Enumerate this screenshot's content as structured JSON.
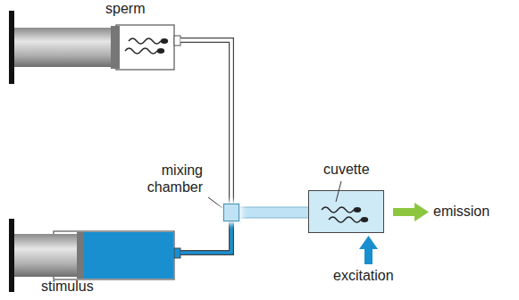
{
  "diagram": {
    "nodes": [
      {
        "text": [
          "sperm"
        ]
      },
      {
        "text": [
          "stimulus"
        ]
      },
      {
        "text": [
          "mixing chamber"
        ]
      },
      {
        "text": [
          "cuvette"
        ]
      }
    ],
    "edges": [
      {
        "from": 0,
        "to": 2,
        "arrow": "none"
      },
      {
        "from": 1,
        "to": 2,
        "arrow": "none"
      },
      {
        "from": 2,
        "to": 3,
        "arrow": "none"
      }
    ],
    "labels": [
      "emission",
      "excitation"
    ]
  }
}
